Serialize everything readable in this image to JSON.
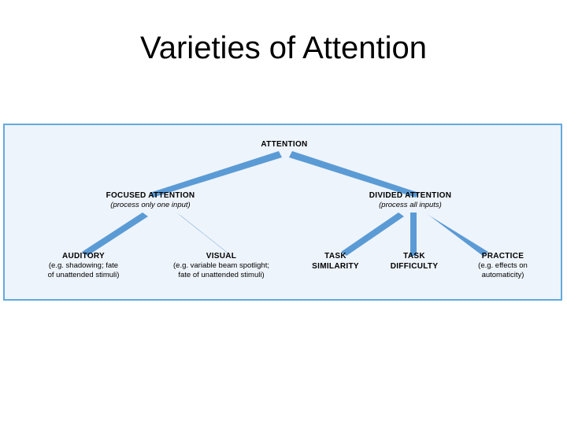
{
  "slide": {
    "title": "Varieties of Attention",
    "background_color": "#ffffff"
  },
  "diagram": {
    "frame": {
      "background_color": "#eef4fb",
      "border_color": "#63aadd"
    },
    "connector_color": "#5b9bd5",
    "nodes": {
      "attention": {
        "label": "ATTENTION"
      },
      "focused_attention": {
        "label": "FOCUSED ATTENTION",
        "sub": "(process only one input)"
      },
      "divided_attention": {
        "label": "DIVIDED ATTENTION",
        "sub": "(process all inputs)"
      },
      "auditory": {
        "label": "AUDITORY",
        "sub_line1": "(e.g. shadowing; fate",
        "sub_line2": "of unattended stimuli)"
      },
      "visual": {
        "label": "VISUAL",
        "sub_line1": "(e.g. variable beam spotlight;",
        "sub_line2": "fate of unattended stimuli)"
      },
      "task_similarity": {
        "label_line1": "TASK",
        "label_line2": "SIMILARITY"
      },
      "task_difficulty": {
        "label_line1": "TASK",
        "label_line2": "DIFFICULTY"
      },
      "practice": {
        "label": "PRACTICE",
        "sub_line1": "(e.g. effects on",
        "sub_line2": "automaticity)"
      }
    }
  }
}
